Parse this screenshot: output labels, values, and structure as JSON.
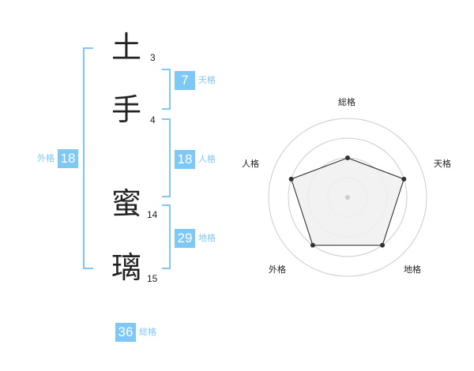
{
  "name_chars": [
    {
      "char": "土",
      "strokes": "3"
    },
    {
      "char": "手",
      "strokes": "4"
    },
    {
      "char": "蜜",
      "strokes": "14"
    },
    {
      "char": "璃",
      "strokes": "15"
    }
  ],
  "fortunes": {
    "tenkaku": {
      "value": "7",
      "label": "天格"
    },
    "jinkaku": {
      "value": "18",
      "label": "人格"
    },
    "chikaku": {
      "value": "29",
      "label": "地格"
    },
    "gaikaku": {
      "value": "18",
      "label": "外格"
    },
    "soukaku": {
      "value": "36",
      "label": "総格"
    }
  },
  "radar": {
    "axes": [
      "総格",
      "天格",
      "地格",
      "外格",
      "人格"
    ],
    "levels": 4,
    "values": [
      0.5,
      0.75,
      0.75,
      0.75,
      0.75
    ],
    "colors": {
      "fill": "#f0f0f0",
      "stroke": "#222222",
      "grid": "#cccccc",
      "point": "#333333"
    }
  },
  "colors": {
    "accent": "#7ec8f5",
    "text": "#222222"
  }
}
